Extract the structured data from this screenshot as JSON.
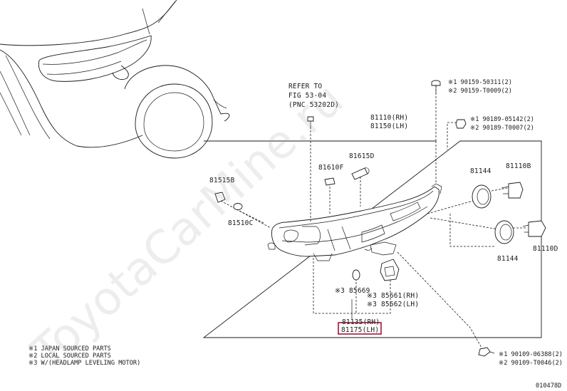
{
  "refer": {
    "line1": "REFER TO",
    "line2": "FIG 53-04",
    "line3": "(PNC 53202D)"
  },
  "parts": {
    "p81110_rh": "81110(RH)",
    "p81150_lh": "81150(LH)",
    "p81615d": "81615D",
    "p81610f": "81610F",
    "p81515b": "81515B",
    "p81510c": "81510C",
    "p81144_a": "81144",
    "p81110b": "81110B",
    "p81144_b": "81144",
    "p81110d": "81110D",
    "p85669": "※3 85669",
    "p85661": "※3 85661(RH)",
    "p85662": "※3 85662(LH)",
    "p81135": "81135(RH)",
    "p81175": "81175(LH)"
  },
  "screws_top": {
    "a1": "※1 90159-50311(2)",
    "a2": "※2 90159-T0009(2)",
    "b1": "※1 90189-05142(2)",
    "b2": "※2 90189-T0007(2)"
  },
  "screws_bottom": {
    "c1": "※1 90109-06388(2)",
    "c2": "※2 90109-T0046(2)"
  },
  "legend": {
    "n1": "※1 JAPAN SOURCED PARTS",
    "n2": "※2 LOCAL SOURCED PARTS",
    "n3": "※3 W/(HEADLAMP LEVELING MOTOR)"
  },
  "figure_code": "010478D",
  "watermark": "ToyotaCarMine.ru",
  "colors": {
    "highlight": "#a0173a",
    "ink": "#1a1a1a"
  }
}
